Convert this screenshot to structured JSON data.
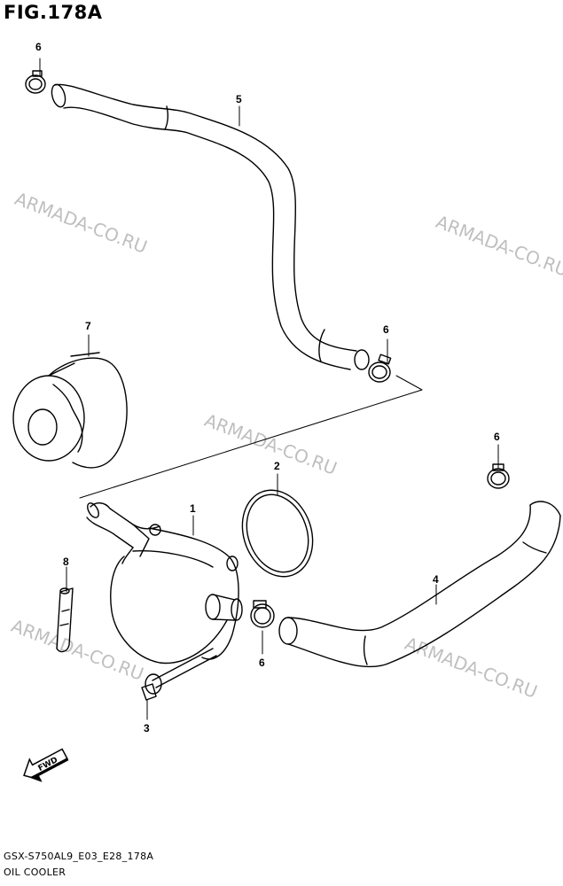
{
  "figure": {
    "title": "FIG.178A"
  },
  "footer": {
    "code": "GSX-S750AL9_E03_E28_178A",
    "name": "OIL COOLER"
  },
  "watermark": {
    "text": "ARMADA-CO.RU"
  },
  "fwd_label": "FWD",
  "callouts": {
    "c1": "1",
    "c2": "2",
    "c3": "3",
    "c4": "4",
    "c5": "5",
    "c6a": "6",
    "c6b": "6",
    "c6c": "6",
    "c6d": "6",
    "c7": "7",
    "c8": "8"
  }
}
